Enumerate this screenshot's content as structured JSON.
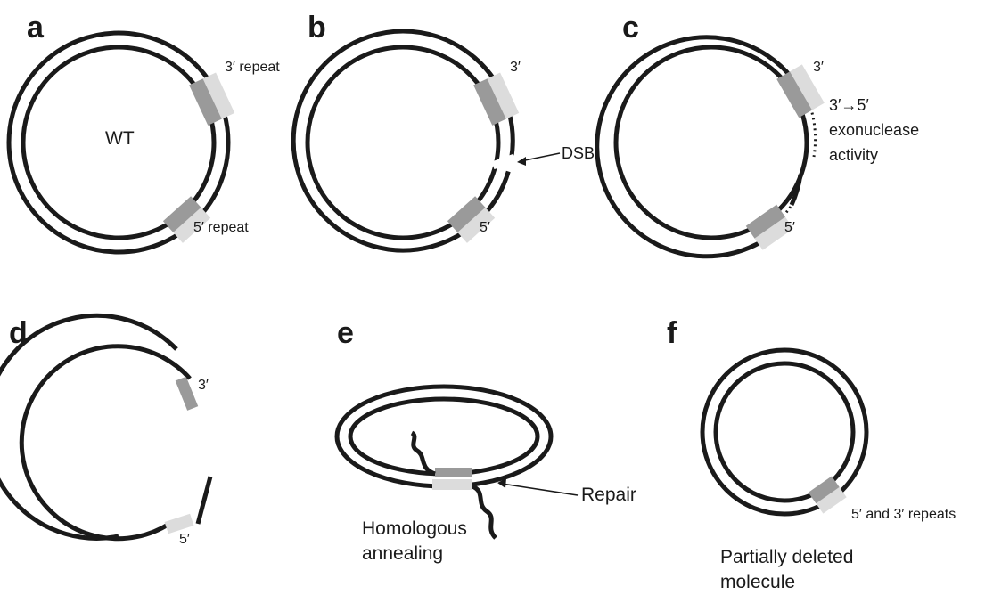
{
  "panels": {
    "a": {
      "letter": "a",
      "center_label": "WT",
      "repeat3_label": "3′ repeat",
      "repeat5_label": "5′ repeat"
    },
    "b": {
      "letter": "b",
      "repeat3_label": "3′",
      "repeat5_label": "5′",
      "break_label": "DSB"
    },
    "c": {
      "letter": "c",
      "repeat3_label": "3′",
      "repeat5_label": "5′",
      "exo_line1": "3′→5′",
      "exo_line2": "exonuclease",
      "exo_line3": "activity"
    },
    "d": {
      "letter": "d",
      "repeat3_label": "3′",
      "repeat5_label": "5′"
    },
    "e": {
      "letter": "e",
      "repair_label": "Repair",
      "annealing_line1": "Homologous",
      "annealing_line2": "annealing"
    },
    "f": {
      "letter": "f",
      "repeats_label": "5′ and 3′ repeats",
      "product_line1": "Partially deleted",
      "product_line2": "molecule"
    }
  },
  "colors": {
    "strand": "#1a1a1a",
    "repeat_dark": "#9a9a9a",
    "repeat_light": "#dcdcdc"
  }
}
